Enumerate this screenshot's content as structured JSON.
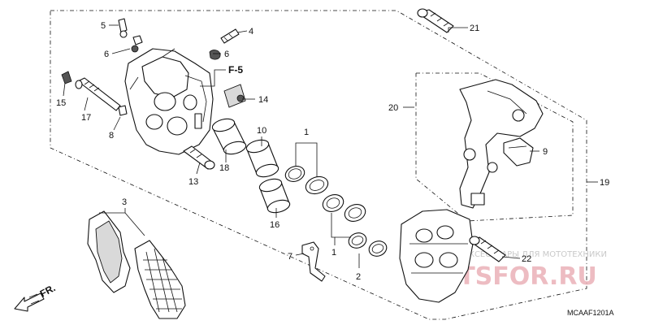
{
  "diagram": {
    "code": "MCAAF1201A",
    "fr_label": "FR.",
    "ref_label": "F-5",
    "callouts": {
      "c1a": "1",
      "c1b": "1",
      "c2": "2",
      "c3": "3",
      "c4": "4",
      "c5": "5",
      "c6a": "6",
      "c6b": "6",
      "c7": "7",
      "c8": "8",
      "c9": "9",
      "c10": "10",
      "c13": "13",
      "c14": "14",
      "c15": "15",
      "c16": "16",
      "c17": "17",
      "c18": "18",
      "c19": "19",
      "c20": "20",
      "c21": "21",
      "c22": "22"
    }
  },
  "watermark": {
    "text": "АКСЕССУАРЫ ДЛЯ МОТОТЕХНИКИ",
    "logo": "PARTSFOR.RU"
  }
}
